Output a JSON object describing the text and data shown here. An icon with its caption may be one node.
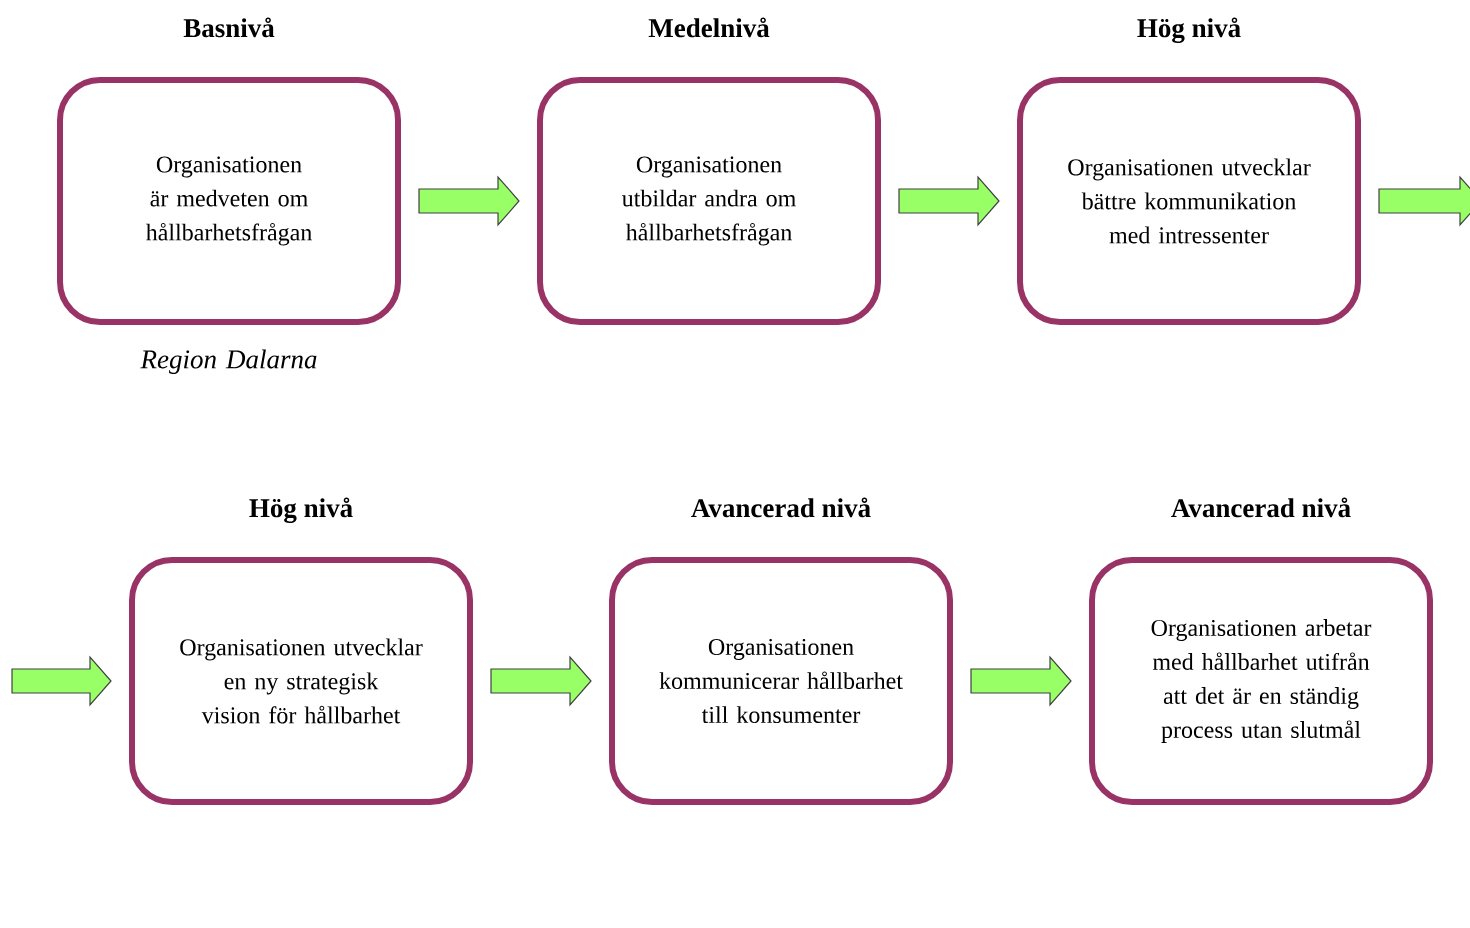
{
  "diagram": {
    "nodes": [
      {
        "text": [
          "Basnivå",
          "Organisationen är medveten om hållbarhetsfrågan"
        ],
        "beside": [
          "Region Dalarna"
        ]
      },
      {
        "text": [
          "Medelnivå",
          "Organisationen utbildar andra om hållbarhetsfrågan"
        ]
      },
      {
        "text": [
          "Hög nivå",
          "Organisationen utvecklar bättre kommunikation med intressenter"
        ]
      },
      {
        "text": [
          "Hög nivå",
          "Organisationen utvecklar en ny strategisk vision för hållbarhet"
        ]
      },
      {
        "text": [
          "Avancerad nivå",
          "Organisationen kommunicerar hållbarhet till konsumenter"
        ]
      },
      {
        "text": [
          "Avancerad nivå",
          "Organisationen arbetar med hållbarhet utifrån att det är en ständig process utan slutmål"
        ]
      }
    ],
    "edges": [
      {
        "from": 0,
        "to": 1,
        "arrow": "to"
      },
      {
        "from": 1,
        "to": 2,
        "arrow": "to"
      },
      {
        "from": 2,
        "to": null,
        "arrow": "to"
      },
      {
        "from": null,
        "to": 3,
        "arrow": "to"
      },
      {
        "from": 3,
        "to": 4,
        "arrow": "to"
      },
      {
        "from": 4,
        "to": 5,
        "arrow": "to"
      }
    ]
  }
}
